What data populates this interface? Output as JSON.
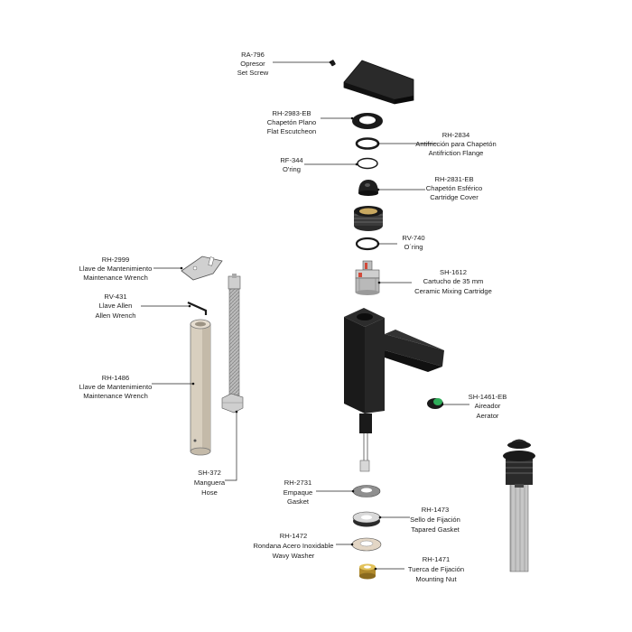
{
  "parts": [
    {
      "id": "ra-796",
      "code": "RA-796",
      "es": "Opresor",
      "en": "Set Screw"
    },
    {
      "id": "rh-2983-eb",
      "code": "RH-2983-EB",
      "es": "Chapetón Plano",
      "en": "Flat Escutcheon"
    },
    {
      "id": "rh-2834",
      "code": "RH-2834",
      "es": "Antifricción para Chapetón",
      "en": "Antifriction Flange"
    },
    {
      "id": "rf-344",
      "code": "RF-344",
      "es": "O'ring",
      "en": ""
    },
    {
      "id": "rh-2831-eb",
      "code": "RH-2831-EB",
      "es": "Chapetón Esférico",
      "en": "Cartridge Cover"
    },
    {
      "id": "rv-740",
      "code": "RV-740",
      "es": "O´ring",
      "en": ""
    },
    {
      "id": "sh-1612",
      "code": "SH-1612",
      "es": "Cartucho de 35 mm",
      "en": "Ceramic Mixing Cartridge"
    },
    {
      "id": "rh-2999",
      "code": "RH-2999",
      "es": "Llave de Mantenimiento",
      "en": "Maintenance Wrench"
    },
    {
      "id": "rv-431",
      "code": "RV-431",
      "es": "Llave Allen",
      "en": "Allen Wrench"
    },
    {
      "id": "rh-1486",
      "code": "RH-1486",
      "es": "Llave de Mantenimiento",
      "en": "Maintenance Wrench"
    },
    {
      "id": "sh-1461-eb",
      "code": "SH-1461-EB",
      "es": "Aireador",
      "en": "Aerator"
    },
    {
      "id": "sh-372",
      "code": "SH-372",
      "es": "Manguera",
      "en": "Hose"
    },
    {
      "id": "rh-2731",
      "code": "RH-2731",
      "es": "Empaque",
      "en": "Gasket"
    },
    {
      "id": "rh-1473",
      "code": "RH-1473",
      "es": "Sello de Fijación",
      "en": "Tapared Gasket"
    },
    {
      "id": "rh-1472",
      "code": "RH-1472",
      "es": "Rondana Acero Inoxidable",
      "en": "Wavy Washer"
    },
    {
      "id": "rh-1471",
      "code": "RH-1471",
      "es": "Tuerca de Fijación",
      "en": "Mounting Nut"
    }
  ],
  "colors": {
    "black_finish": "#1a1a1a",
    "steel": "#c8c8c8",
    "brass": "#d9b24a",
    "aerator_green": "#2fae5a",
    "wrench_tan": "#d8cfbf",
    "cartridge_red": "#d24a3a"
  },
  "icons": [
    "set-screw-icon",
    "escutcheon-icon",
    "o-ring-icon",
    "cartridge-cover-icon",
    "cartridge-icon",
    "faucet-body-icon",
    "aerator-icon",
    "hose-icon",
    "maintenance-wrench-icon",
    "allen-wrench-icon",
    "pop-up-drain-icon",
    "gasket-icon",
    "washer-icon",
    "mounting-nut-icon"
  ]
}
